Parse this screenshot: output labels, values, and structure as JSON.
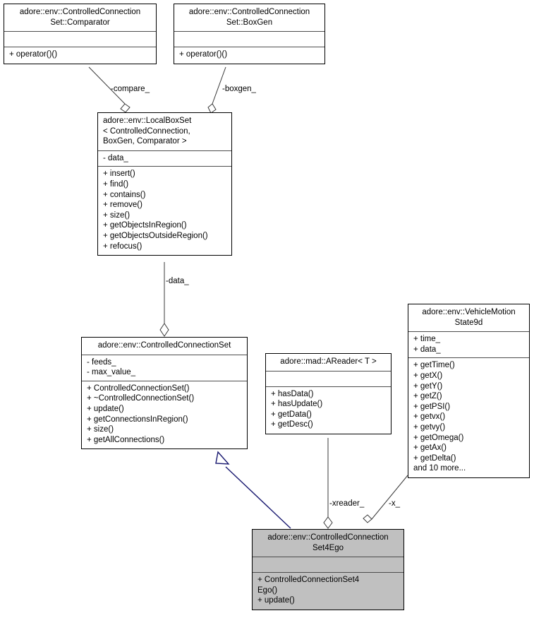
{
  "diagram": {
    "title": "adore::env::ControlledConnectionSet4Ego collaboration diagram",
    "type": "uml-class-diagram",
    "colors": {
      "background": "#ffffff",
      "box_fill": "#ffffff",
      "highlight_fill": "#c0c0c0",
      "border": "#000000",
      "separator": "#4d4d4d",
      "inheritance_line": "#191970",
      "association_line": "#3a3a3a",
      "text": "#000000"
    }
  },
  "classes": [
    {
      "id": "comparator",
      "name": "adore::env::ControlledConnection\nSet::Comparator",
      "attributes": "",
      "operations": "+ operator()()",
      "highlight": false
    },
    {
      "id": "boxgen",
      "name": "adore::env::ControlledConnection\nSet::BoxGen",
      "attributes": "",
      "operations": "+ operator()()",
      "highlight": false
    },
    {
      "id": "localboxset",
      "name": "adore::env::LocalBoxSet\n< ControlledConnection,\n    BoxGen, Comparator >",
      "attributes": "- data_",
      "operations": "+ insert()\n+ find()\n+ contains()\n+ remove()\n+ size()\n+ getObjectsInRegion()\n+ getObjectsOutsideRegion()\n+ refocus()",
      "highlight": false
    },
    {
      "id": "connectionset",
      "name": "adore::env::ControlledConnectionSet",
      "attributes": "- feeds_\n- max_value_",
      "operations": "+ ControlledConnectionSet()\n+ ~ControlledConnectionSet()\n+ update()\n+ getConnectionsInRegion()\n+ size()\n+ getAllConnections()",
      "highlight": false
    },
    {
      "id": "areader",
      "name": "adore::mad::AReader< T >",
      "attributes": "",
      "operations": "+ hasData()\n+ hasUpdate()\n+ getData()\n+ getDesc()",
      "highlight": false
    },
    {
      "id": "vehiclemotionstate9d",
      "name": "adore::env::VehicleMotion\nState9d",
      "attributes": "+ time_\n+ data_",
      "operations": "+ getTime()\n+ getX()\n+ getY()\n+ getZ()\n+ getPSI()\n+ getvx()\n+ getvy()\n+ getOmega()\n+ getAx()\n+ getDelta()\nand 10 more...",
      "highlight": false
    },
    {
      "id": "connectionset4ego",
      "name": "adore::env::ControlledConnection\nSet4Ego",
      "attributes": "",
      "operations": "+ ControlledConnectionSet4\nEgo()\n+ update()",
      "highlight": true
    }
  ],
  "edges": [
    {
      "id": "compare",
      "label": "-compare_",
      "from": "comparator",
      "to": "localboxset",
      "kind": "aggregation"
    },
    {
      "id": "boxgen",
      "label": "-boxgen_",
      "from": "boxgen",
      "to": "localboxset",
      "kind": "aggregation"
    },
    {
      "id": "data",
      "label": "-data_",
      "from": "localboxset",
      "to": "connectionset",
      "kind": "aggregation"
    },
    {
      "id": "inherit",
      "label": "",
      "from": "connectionset4ego",
      "to": "connectionset",
      "kind": "inheritance"
    },
    {
      "id": "xreader",
      "label": "-xreader_",
      "from": "areader",
      "to": "connectionset4ego",
      "kind": "aggregation"
    },
    {
      "id": "x",
      "label": "-x_",
      "from": "vehiclemotionstate9d",
      "to": "connectionset4ego",
      "kind": "aggregation"
    }
  ]
}
